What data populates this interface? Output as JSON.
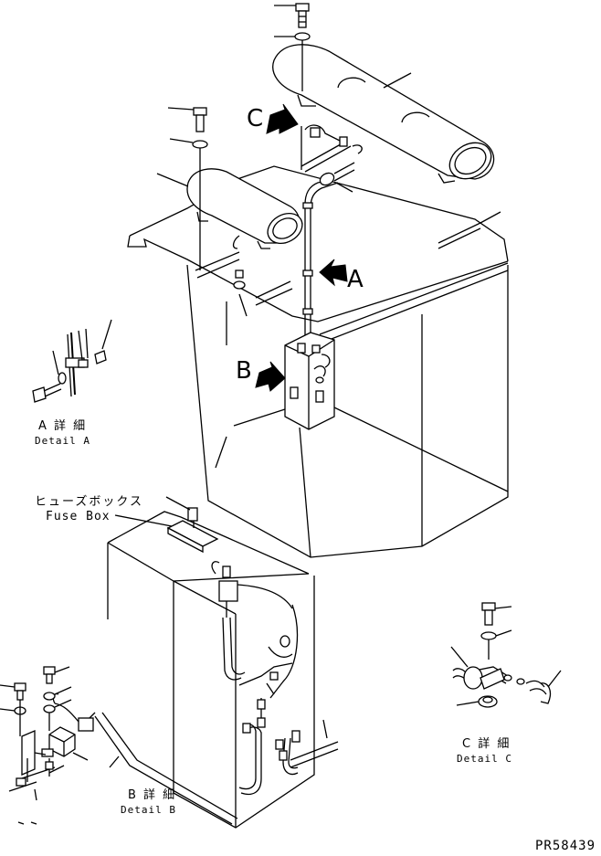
{
  "callouts": {
    "a": "A",
    "b": "B",
    "c": "C"
  },
  "details": {
    "a_jp": "A 詳 細",
    "a_en": "Detail A",
    "b_jp": "B 詳 細",
    "b_en": "Detail B",
    "c_jp": "C 詳 細",
    "c_en": "Detail C"
  },
  "fuse_box": {
    "jp": "ヒューズボックス",
    "en": "Fuse Box"
  },
  "part_code": "PR58439"
}
